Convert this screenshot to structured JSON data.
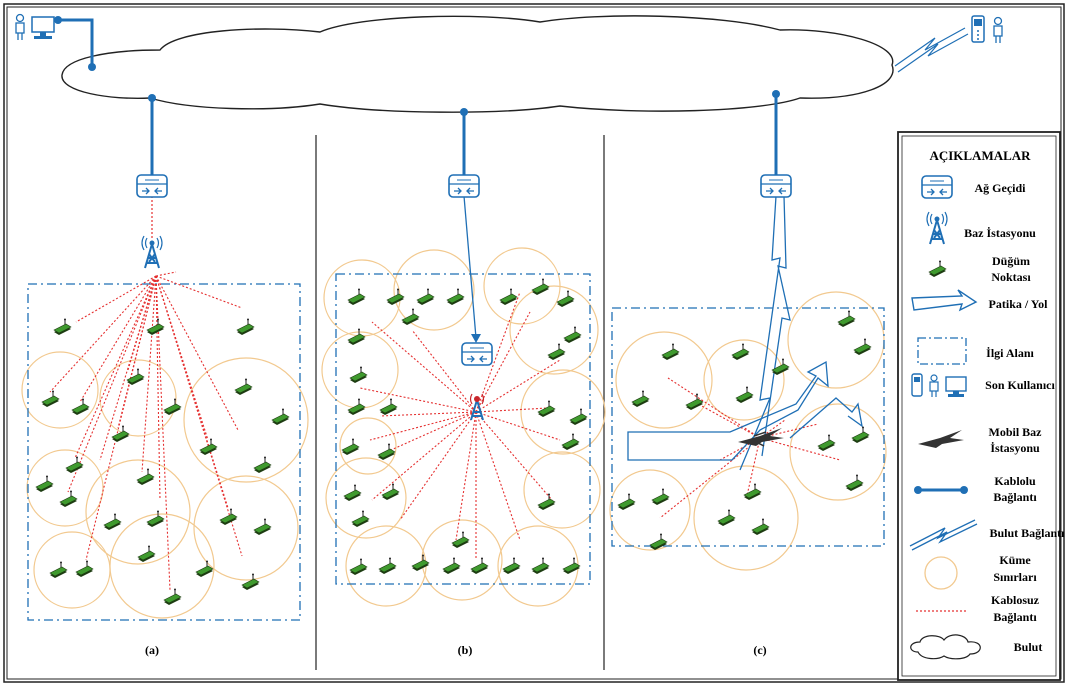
{
  "legend": {
    "title": "AÇIKLAMALAR",
    "gateway": "Ağ Geçidi",
    "base_station": "Baz İstasyonu",
    "node": [
      "Düğüm",
      "Noktası"
    ],
    "path": "Patika / Yol",
    "area": "İlgi Alanı",
    "end_user": "Son Kullanıcı",
    "mobile_bs": [
      "Mobil Baz",
      "İstasyonu"
    ],
    "wired": [
      "Kablolu",
      "Bağlantı"
    ],
    "cloud_link": "Bulut Bağlantı",
    "cluster": [
      "Küme",
      "Sınırları"
    ],
    "wireless": [
      "Kablosuz",
      "Bağlantı"
    ],
    "cloud": "Bulut"
  },
  "panels": {
    "a": "(a)",
    "b": "(b)",
    "c": "(c)"
  },
  "colors": {
    "blue": "#1f6fb5",
    "wireless": "#e53030",
    "cluster": "#f2c98f",
    "node": "#3f9a2e",
    "node_dark": "#1e3d12"
  }
}
